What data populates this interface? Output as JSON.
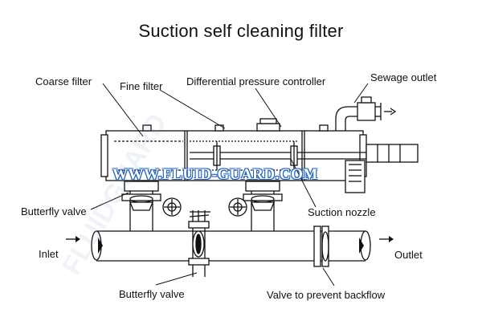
{
  "title": "Suction self cleaning filter",
  "labels": {
    "coarse_filter": "Coarse filter",
    "fine_filter": "Fine filter",
    "dp_controller": "Differential pressure controller",
    "sewage_outlet": "Sewage outlet",
    "butterfly_valve_top": "Butterfly valve",
    "suction_nozzle": "Suction nozzle",
    "inlet": "Inlet",
    "outlet": "Outlet",
    "butterfly_valve_bottom": "Butterfly valve",
    "backflow_valve": "Valve to prevent backflow"
  },
  "watermark": "WWW.FLUID-GUARD.COM",
  "colors": {
    "line": "#111111",
    "watermark_outline": "#1f5fbf"
  }
}
